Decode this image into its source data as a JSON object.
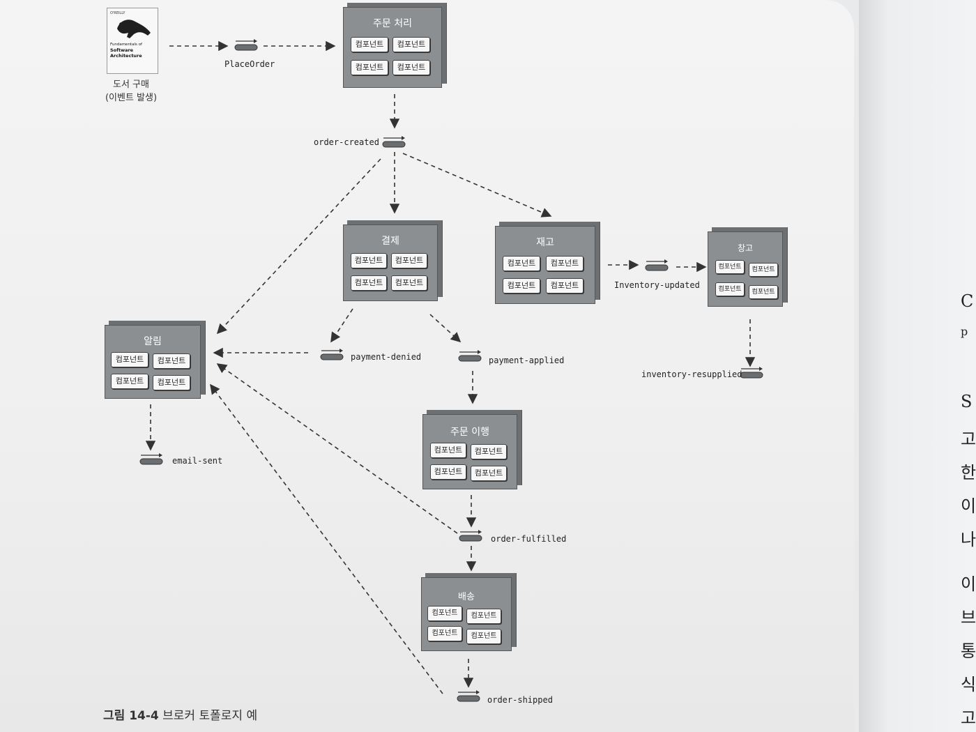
{
  "figure": {
    "caption_number": "그림 14-4",
    "caption_title": "브로커 토폴로지 예"
  },
  "book": {
    "publisher": "O'REILLY",
    "title_lines": [
      "Fundamentals of",
      "Software",
      "Architecture"
    ],
    "label_line1": "도서 구매",
    "label_line2": "(이벤트 발생)"
  },
  "component_label": "컴포넌트",
  "nodes": {
    "order_processing": "주문 처리",
    "payment": "결제",
    "inventory": "재고",
    "warehouse": "창고",
    "notification": "알림",
    "order_fulfillment": "주문 이행",
    "shipping": "배송"
  },
  "topics": {
    "place_order": "PlaceOrder",
    "order_created": "order-created",
    "inventory_updated": "Inventory-updated",
    "inventory_resupplied": "inventory-resupplied",
    "payment_denied": "payment-denied",
    "payment_applied": "payment-applied",
    "email_sent": "email-sent",
    "order_fulfilled": "order-fulfilled",
    "order_shipped": "order-shipped"
  },
  "right_page": {
    "glyphs": [
      "C",
      "p",
      "S",
      "고",
      "한",
      "이",
      "나",
      "이",
      "브",
      "통",
      "식",
      "고"
    ]
  },
  "colors": {
    "node_fill": "#8c8f92",
    "component_fill": "#f7f7f7",
    "arrow": "#333333"
  }
}
